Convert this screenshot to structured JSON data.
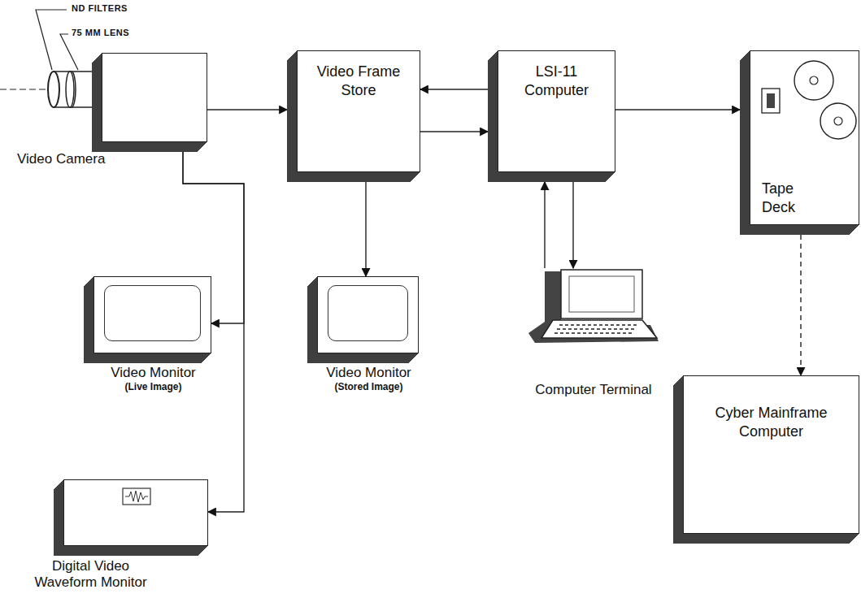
{
  "diagram": {
    "nodes": [
      {
        "text": [
          "Video Camera"
        ]
      },
      {
        "text": [
          "Video Frame Store"
        ]
      },
      {
        "text": [
          "LSI-11 Computer"
        ]
      },
      {
        "text": [
          "Tape Deck"
        ]
      },
      {
        "text": [
          "Video Monitor",
          "(Live Image)"
        ]
      },
      {
        "text": [
          "Video Monitor",
          "(Stored Image)"
        ]
      },
      {
        "text": [
          "Computer Terminal"
        ]
      },
      {
        "text": [
          "Cyber Mainframe Computer"
        ]
      },
      {
        "text": [
          "Digital Video Waveform Monitor"
        ]
      }
    ],
    "edges": [
      {
        "from": 0,
        "to": 1,
        "arrow": "to"
      },
      {
        "from": 1,
        "to": 2,
        "arrow": "to"
      },
      {
        "from": 2,
        "to": 1,
        "arrow": "to"
      },
      {
        "from": 2,
        "to": 3,
        "arrow": "to"
      },
      {
        "from": 0,
        "to": 4,
        "arrow": "to"
      },
      {
        "from": 0,
        "to": 8,
        "arrow": "to"
      },
      {
        "from": 1,
        "to": 5,
        "arrow": "to"
      },
      {
        "from": 6,
        "to": 2,
        "arrow": "to"
      },
      {
        "from": 2,
        "to": 6,
        "arrow": "to"
      },
      {
        "from": 3,
        "to": 7,
        "arrow": "to"
      }
    ],
    "labels": [
      "ND FILTERS",
      "75 MM LENS"
    ]
  }
}
